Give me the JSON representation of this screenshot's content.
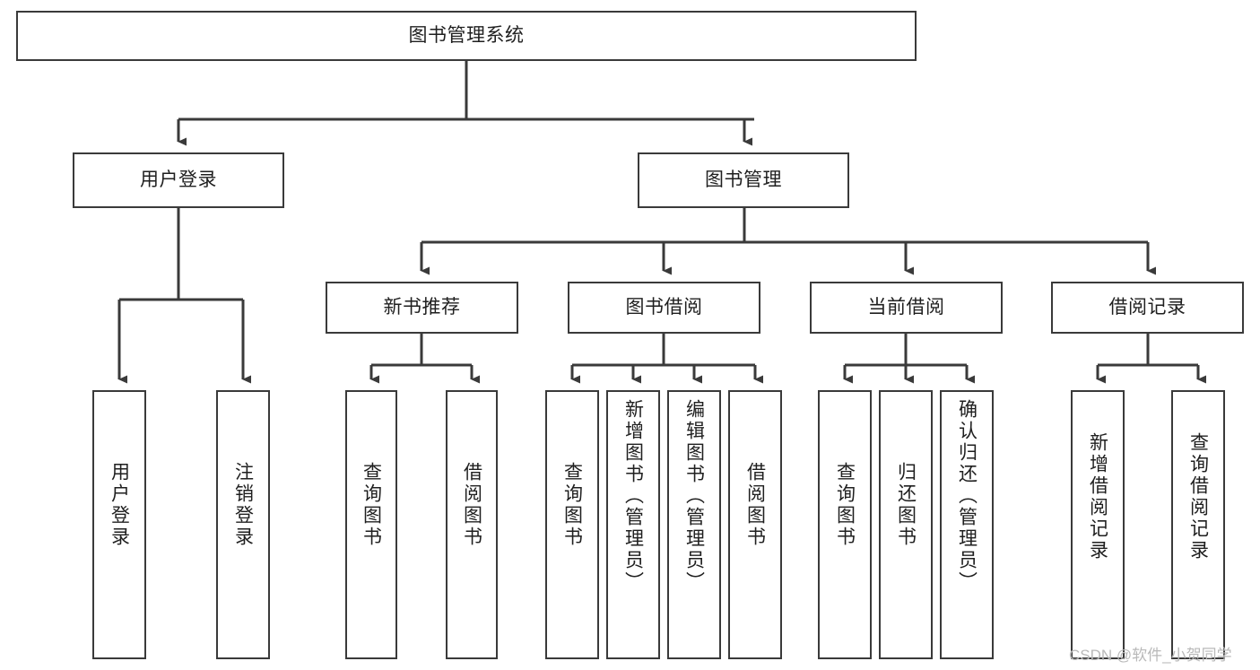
{
  "diagram": {
    "title": "图书管理系统",
    "type": "hierarchy-tree",
    "watermark": "CSDN @软件_小贺同学",
    "colors": {
      "stroke": "#3a3a3a",
      "fill": "#ffffff",
      "text": "#1f1f1f",
      "watermark": "#b9b9b9"
    },
    "nodes": {
      "root": {
        "label": "图书管理系统"
      },
      "level2": [
        {
          "id": "user-login",
          "label": "用户登录"
        },
        {
          "id": "book-management",
          "label": "图书管理"
        }
      ],
      "level3": [
        {
          "id": "new-book-recommend",
          "label": "新书推荐"
        },
        {
          "id": "book-borrow",
          "label": "图书借阅"
        },
        {
          "id": "current-borrow",
          "label": "当前借阅"
        },
        {
          "id": "borrow-record",
          "label": "借阅记录"
        }
      ],
      "leaves": {
        "user-login": [
          {
            "id": "leaf-user-login",
            "label": "用户登录"
          },
          {
            "id": "leaf-logout-login",
            "label": "注销登录"
          }
        ],
        "new-book-recommend": [
          {
            "id": "leaf-query-book-1",
            "label": "查询图书"
          },
          {
            "id": "leaf-borrow-book-1",
            "label": "借阅图书"
          }
        ],
        "book-borrow": [
          {
            "id": "leaf-query-book-2",
            "label": "查询图书"
          },
          {
            "id": "leaf-add-book-admin",
            "label": "新增图书（管理员）"
          },
          {
            "id": "leaf-edit-book-admin",
            "label": "编辑图书（管理员）"
          },
          {
            "id": "leaf-borrow-book-2",
            "label": "借阅图书"
          }
        ],
        "current-borrow": [
          {
            "id": "leaf-query-book-3",
            "label": "查询图书"
          },
          {
            "id": "leaf-return-book",
            "label": "归还图书"
          },
          {
            "id": "leaf-confirm-return-admin",
            "label": "确认归还（管理员）"
          }
        ],
        "borrow-record": [
          {
            "id": "leaf-add-borrow-record",
            "label": "新增借阅记录"
          },
          {
            "id": "leaf-query-borrow-record",
            "label": "查询借阅记录"
          }
        ]
      }
    }
  }
}
